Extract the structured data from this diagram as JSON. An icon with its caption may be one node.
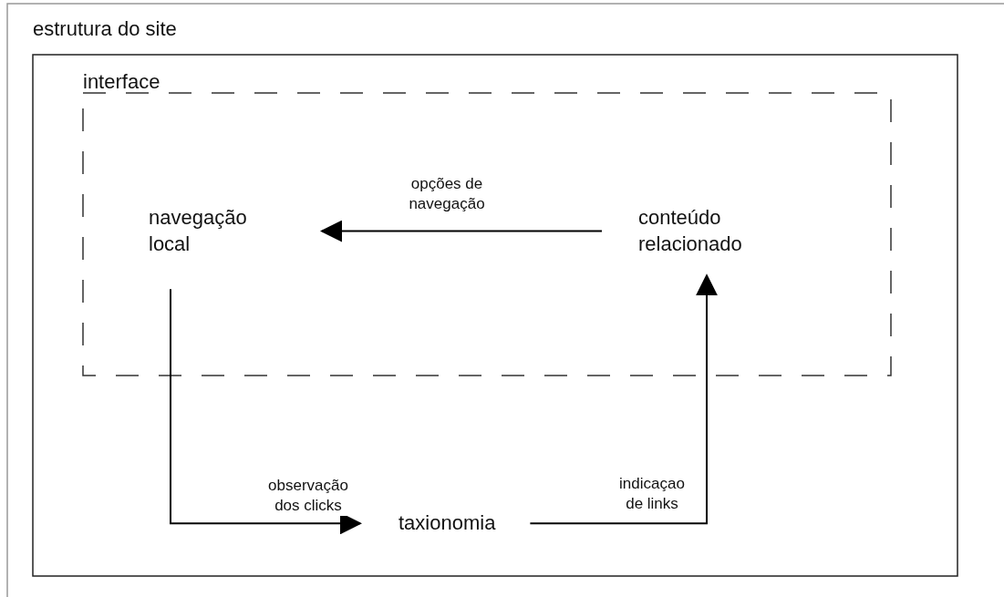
{
  "diagram": {
    "nodes": [
      {
        "text": [
          "estrutura do site"
        ]
      },
      {
        "text": [
          "interface"
        ],
        "in": 0
      },
      {
        "text": [
          "navegação local"
        ],
        "in": 1
      },
      {
        "text": [
          "conteúdo relacionado"
        ],
        "in": 1
      },
      {
        "text": [
          "taxionomia"
        ],
        "in": 0
      }
    ],
    "edges": [
      {
        "from": 3,
        "to": 2,
        "arrow": "to",
        "label": "opções de navegação"
      },
      {
        "from": 2,
        "to": 4,
        "arrow": "to",
        "label": "observação dos clicks"
      },
      {
        "from": 4,
        "to": 3,
        "arrow": "to",
        "label": "indicaçao de links"
      }
    ]
  }
}
